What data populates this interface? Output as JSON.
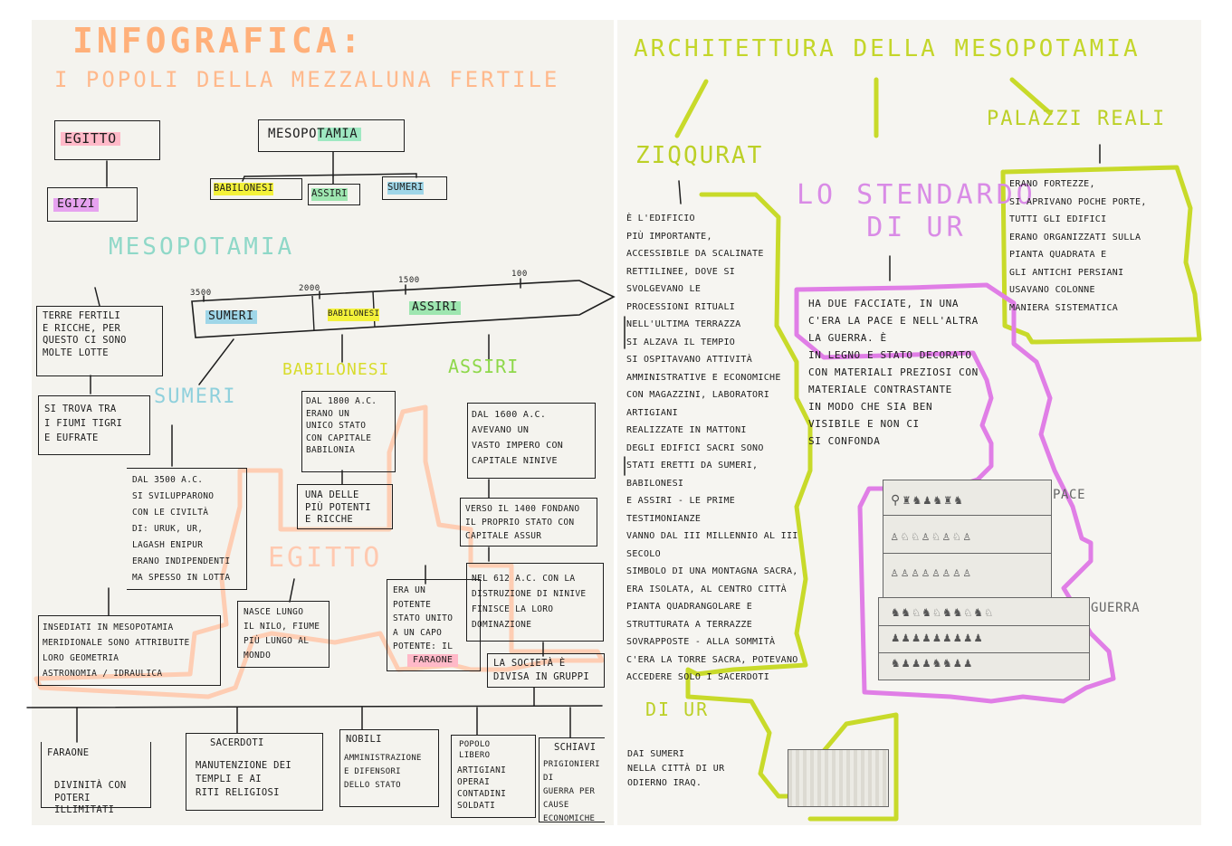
{
  "colors": {
    "orange": "#ffb07a",
    "green_marker": "#c4d62a",
    "pink_marker": "#d98be6",
    "teal": "#8fd8c8",
    "yellow": "#f1f03a",
    "mint": "#9ee6b0",
    "ink": "#1c1c1c"
  },
  "left": {
    "title": "INFOGRAFICA:",
    "subtitle": "I POPOLI DELLA MEZZALUNA FERTILE",
    "egitto_box": "EGITTO",
    "egizi_box": "EGIZI",
    "mesopotamia_box": "MESOPOTAMIA",
    "peoples": [
      "BABILONESI",
      "ASSIRI",
      "SUMERI"
    ],
    "mesopotamia_heading": "MESOPOTAMIA",
    "timeline": {
      "dates": [
        "3500",
        "2000",
        "1500",
        "100"
      ],
      "segments": [
        "SUMERI",
        "BABILONESI",
        "ASSIRI"
      ]
    },
    "terre_box": "TERRE FERTILI\nE RICCHE, PER\nQUESTO CI SONO\nMOLTE LOTTE",
    "fiumi_box": "SI TROVA TRA\nI FIUMI TIGRI\nE EUFRATE",
    "sumeri_heading": "SUMERI",
    "babilonesi_heading": "BABILONESI",
    "assiri_heading": "ASSIRI",
    "babilonesi_box1": "DAL 1800 a.C.\nERANO UN\nUNICO STATO\nCON CAPITALE\nBABILONIA",
    "babilonesi_box2": "UNA DELLE\nPIÙ POTENTI\nE RICCHE",
    "assiri_box1": "DAL 1600 a.C.\nAVEVANO UN\nVASTO IMPERO CON\nCAPITALE NINIVE",
    "assiri_box2": "VERSO IL 1400 FONDANO\nIL PROPRIO STATO CON\nCAPITALE ASSUR",
    "assiri_box3": "NEL 612 a.C. CON LA\nDISTRUZIONE DI NINIVE\nFINISCE LA LORO\nDOMINAZIONE",
    "sumeri_box": "DAL 3500 a.C.\nSI SVILUPPARONO\nCON LE CIVILTÀ\nDI: URUK, UR,\nLAGASH ENIPUR\nERANO INDIPENDENTI\nMA SPESSO IN LOTTA",
    "insediati_box": "INSEDIATI IN MESOPOTAMIA\nMERIDIONALE SONO ATTRIBUITE\nLORO GEOMETRIA\nASTRONOMIA / IDRAULICA",
    "egitto_heading": "EGITTO",
    "nilo_box": "NASCE LUNGO\nIL NILO, FIUME\nPIÙ LUNGO AL\nMONDO",
    "potente_box": "ERA UN\nPOTENTE\nSTATO UNITO\nA UN CAPO\nPOTENTE: IL",
    "faraone_hl": "FARAONE",
    "societa_box": "LA SOCIETÀ È\nDIVISA IN GRUPPI",
    "groups": [
      {
        "title": "FARAONE",
        "text": "DIVINITÀ CON\nPOTERI ILLIMITATI"
      },
      {
        "title": "SACERDOTI",
        "text": "MANUTENZIONE DEI\nTEMPLI E AI\nRITI RELIGIOSI"
      },
      {
        "title": "NOBILI",
        "text": "AMMINISTRAZIONE\nE DIFENSORI\nDELLO STATO"
      },
      {
        "title": "POPOLO\nLIBERO",
        "text": "ARTIGIANI\nOPERAI\nCONTADINI\nSOLDATI"
      },
      {
        "title": "SCHIAVI",
        "text": "PRIGIONIERI DI\nGUERRA PER\nCAUSE\nECONOMICHE"
      }
    ]
  },
  "right": {
    "title": "ARCHITETTURA DELLA MESOPOTAMIA",
    "ziqqurat_heading": "ZIQQURAT",
    "stendardo_heading": "LO STENDARDO\nDI UR",
    "palazzi_heading": "PALAZZI REALI",
    "ziqqurat_text": "È L'EDIFICIO\nPIÙ IMPORTANTE,\nACCESSIBILE DA SCALINATE\nRETTILINEE, DOVE SI\nSVOLGEVANO LE\nPROCESSIONI RITUALI\nNELL'ULTIMA TERRAZZA\nSI ALZAVA IL TEMPIO\nSI OSPITAVANO ATTIVITÀ\nAMMINISTRATIVE E ECONOMICHE\nCON MAGAZZINI, LABORATORI ARTIGIANI\nREALIZZATE IN MATTONI\nDEGLI EDIFICI SACRI SONO\nSTATI ERETTI DA SUMERI, BABILONESI\nE ASSIRI - LE PRIME TESTIMONIANZE\nVANNO DAL III MILLENNIO AL III SECOLO\nSIMBOLO DI UNA MONTAGNA SACRA,\nERA ISOLATA, AL CENTRO CITTÀ\nPIANTA QUADRANGOLARE E\nSTRUTTURATA A TERRAZZE\nSOVRAPPOSTE - ALLA SOMMITÀ\nC'ERA LA TORRE SACRA, POTEVANO\nACCEDERE SOLO I SACERDOTI",
    "stendardo_text": "HA DUE FACCIATE, IN UNA\nC'ERA LA PACE E NELL'ALTRA\nLA GUERRA. È\nIN LEGNO E STATO DECORATO\nCON MATERIALI PREZIOSI CON\nMATERIALE CONTRASTANTE\nIN MODO CHE SIA BEN\nVISIBILE E NON CI\nSI CONFONDA",
    "palazzi_text": "ERANO FORTEZZE,\nSI APRIVANO POCHE PORTE,\nTUTTI GLI EDIFICI\nERANO ORGANIZZATI SULLA\nPIANTA QUADRATA E\nGLI ANTICHI PERSIANI\nUSAVANO COLONNE\nMANIERA SISTEMATICA",
    "pace_label": "PACE",
    "guerra_label": "GUERRA",
    "di_ur_heading": "DI UR",
    "di_ur_text": "DAI SUMERI\nNELLA CITTÀ DI UR\nODIERNO IRAQ."
  }
}
